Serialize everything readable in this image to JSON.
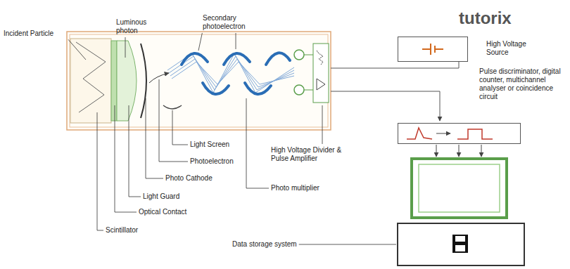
{
  "diagram": {
    "nodes": [
      {
        "text": [
          "High Voltage Source"
        ]
      },
      {
        "text": [
          "Pulse discriminator, digital counter, multichannel analyser or coincidence circuit"
        ]
      }
    ],
    "labels": [
      "tutorix",
      "Incident Particle",
      "Luminous photon",
      "Secondary photoelectron",
      "Light Screen",
      "Photoelectron",
      "Photo Cathode",
      "High Voltage Divider & Pulse Amplifier",
      "Photo multiplier",
      "Light Guard",
      "Optical Contact",
      "Scintillator",
      "Data storage system"
    ]
  }
}
